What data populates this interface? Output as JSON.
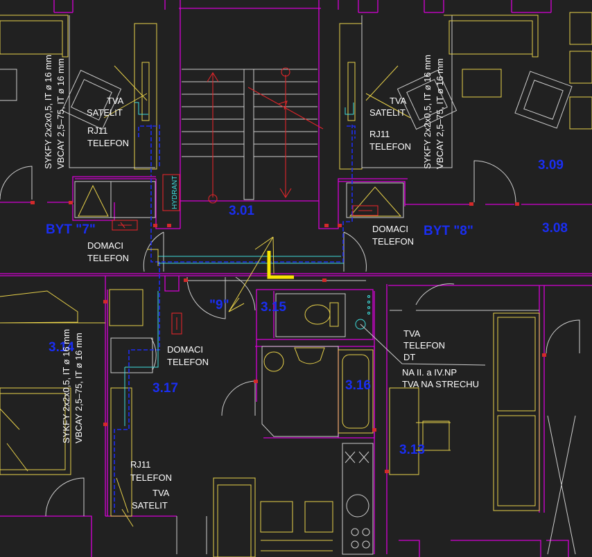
{
  "rooms": [
    {
      "id": "r301",
      "label": "3.01"
    },
    {
      "id": "r309",
      "label": "3.09"
    },
    {
      "id": "r308",
      "label": "3.08"
    },
    {
      "id": "r315",
      "label": "3.15"
    },
    {
      "id": "r314",
      "label": "3.14"
    },
    {
      "id": "r317",
      "label": "3.17"
    },
    {
      "id": "r316",
      "label": "3.16"
    },
    {
      "id": "r313",
      "label": "3.13"
    },
    {
      "id": "flat9",
      "label": "\"9\""
    }
  ],
  "flats": [
    {
      "id": "byt7",
      "label": "BYT \"7\""
    },
    {
      "id": "byt8",
      "label": "BYT \"8\""
    }
  ],
  "annotations": {
    "tva_satelit_left": [
      "TVA",
      "SATELIT"
    ],
    "rj11_telefon_left": [
      "RJ11",
      "TELEFON"
    ],
    "tva_satelit_right": [
      "TVA",
      "SATELIT"
    ],
    "rj11_telefon_right": [
      "RJ11",
      "TELEFON"
    ],
    "domaci_telefon_left": [
      "DOMACI",
      "TELEFON"
    ],
    "domaci_telefon_right": [
      "DOMACI",
      "TELEFON"
    ],
    "domaci_telefon_center": [
      "DOMACI",
      "TELEFON"
    ],
    "hydrant": "HYDRANT",
    "tva_telefon_dt": [
      "TVA",
      "TELEFON",
      "DT"
    ],
    "na_ii_iv": [
      "NA II. a IV.NP",
      "TVA NA STRECHU"
    ],
    "rj11_telefon_bottom": [
      "RJ11",
      "TELEFON"
    ],
    "tva_satelit_bottom": [
      "TVA",
      "SATELIT"
    ]
  },
  "cables": {
    "sykfy": "SYKFY 2x2x0,5, IT ø 16 mm",
    "vbcay": "VBCAY 2,5–75, IT ø 16 mm"
  },
  "colors": {
    "background": "#212121",
    "walls": "#d600d6",
    "furniture": "#e9d24a",
    "outlines": "#cfcfcf",
    "devices": "#e2262a",
    "cable": "#1d2cf0",
    "room_numbers": "#1a2ef2"
  }
}
